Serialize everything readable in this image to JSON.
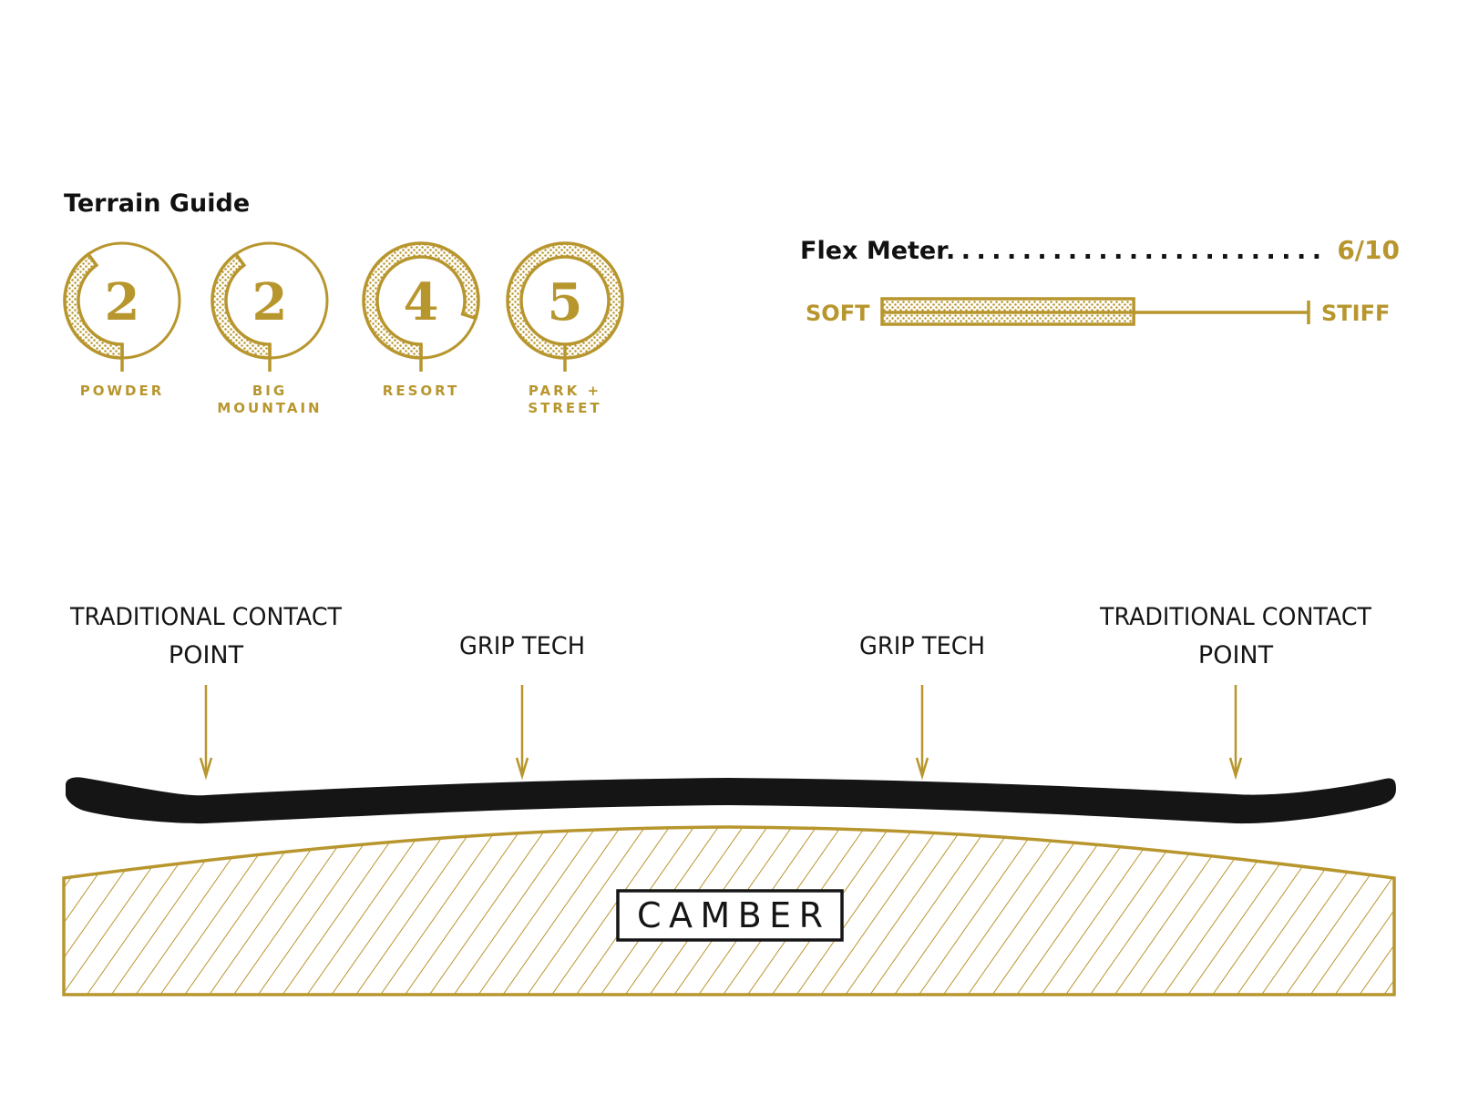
{
  "colors": {
    "gold": "#B8962E",
    "black": "#151515",
    "background": "#FFFFFF"
  },
  "terrain_guide": {
    "title": "Terrain Guide",
    "items": [
      {
        "rating": 2,
        "max": 5,
        "label_lines": [
          "POWDER"
        ]
      },
      {
        "rating": 2,
        "max": 5,
        "label_lines": [
          "BIG",
          "MOUNTAIN"
        ]
      },
      {
        "rating": 4,
        "max": 5,
        "label_lines": [
          "RESORT"
        ]
      },
      {
        "rating": 5,
        "max": 5,
        "label_lines": [
          "PARK +",
          "STREET"
        ]
      }
    ]
  },
  "flex_meter": {
    "title": "Flex Meter",
    "dots": ".........................",
    "value_text": "6/10",
    "value": 6,
    "max": 10,
    "soft_label": "SOFT",
    "stiff_label": "STIFF"
  },
  "profile": {
    "callouts": [
      {
        "lines": [
          "TRADITIONAL CONTACT",
          "POINT"
        ]
      },
      {
        "lines": [
          "GRIP TECH"
        ]
      },
      {
        "lines": [
          "GRIP TECH"
        ]
      },
      {
        "lines": [
          "TRADITIONAL CONTACT",
          "POINT"
        ]
      }
    ],
    "shape_label": "CAMBER"
  }
}
